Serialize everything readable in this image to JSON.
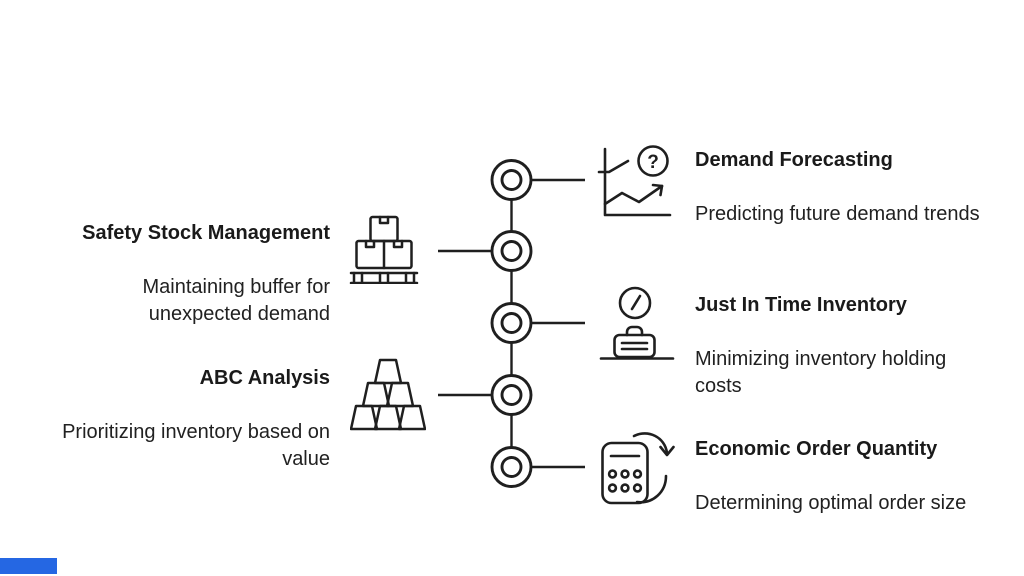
{
  "palette": {
    "line": "#1f1f1f",
    "text": "#1a1a1a",
    "background": "#ffffff",
    "accent_bar": "#2567e3"
  },
  "glyphs": {
    "question_mark": "?"
  },
  "timeline": {
    "node_count": 5,
    "orientation": "vertical"
  },
  "items": [
    {
      "side": "right",
      "title": "Demand Forecasting",
      "description": "Predicting future demand trends",
      "icon": "chart-question-icon"
    },
    {
      "side": "left",
      "title": "Safety Stock Management",
      "description": "Maintaining buffer for unexpected demand",
      "icon": "pallet-boxes-icon"
    },
    {
      "side": "right",
      "title": "Just In Time Inventory",
      "description": "Minimizing inventory holding costs",
      "icon": "clock-briefcase-icon"
    },
    {
      "side": "left",
      "title": "ABC Analysis",
      "description": "Prioritizing inventory based on value",
      "icon": "stacked-boxes-pyramid-icon"
    },
    {
      "side": "right",
      "title": "Economic Order Quantity",
      "description": "Determining optimal order size",
      "icon": "calculator-cycle-icon"
    }
  ]
}
